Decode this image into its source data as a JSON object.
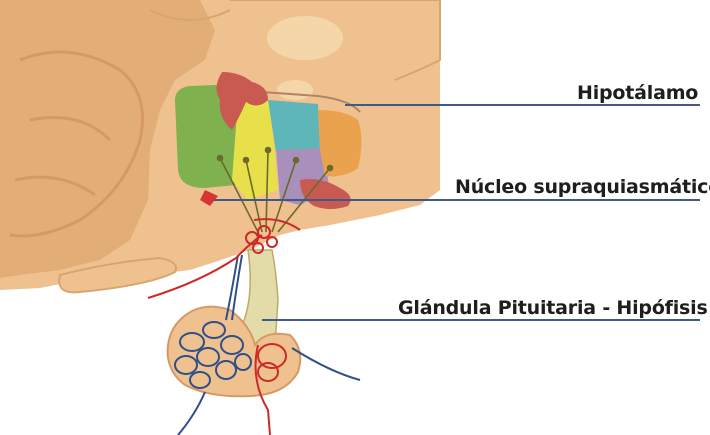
{
  "labels": {
    "hypothalamus": "Hipotálamo",
    "scn": "Núcleo supraquiasmático",
    "pituitary": "Glándula Pituitaria - Hipófisis"
  },
  "colors": {
    "background": "#ffffff",
    "brain_tissue": "#efc18f",
    "brain_outline": "#d9a56f",
    "hypothalamus_green": "#7fb24e",
    "hypothalamus_yellow": "#e8e04a",
    "hypothalamus_teal": "#5fb6b8",
    "hypothalamus_purple": "#a98fbc",
    "hypothalamus_orange": "#eaa24f",
    "nucleus_red": "#c95a52",
    "pointer_line": "#3d5a8a",
    "vessel_red": "#cc2a2a",
    "vessel_blue": "#2e4f8a"
  }
}
